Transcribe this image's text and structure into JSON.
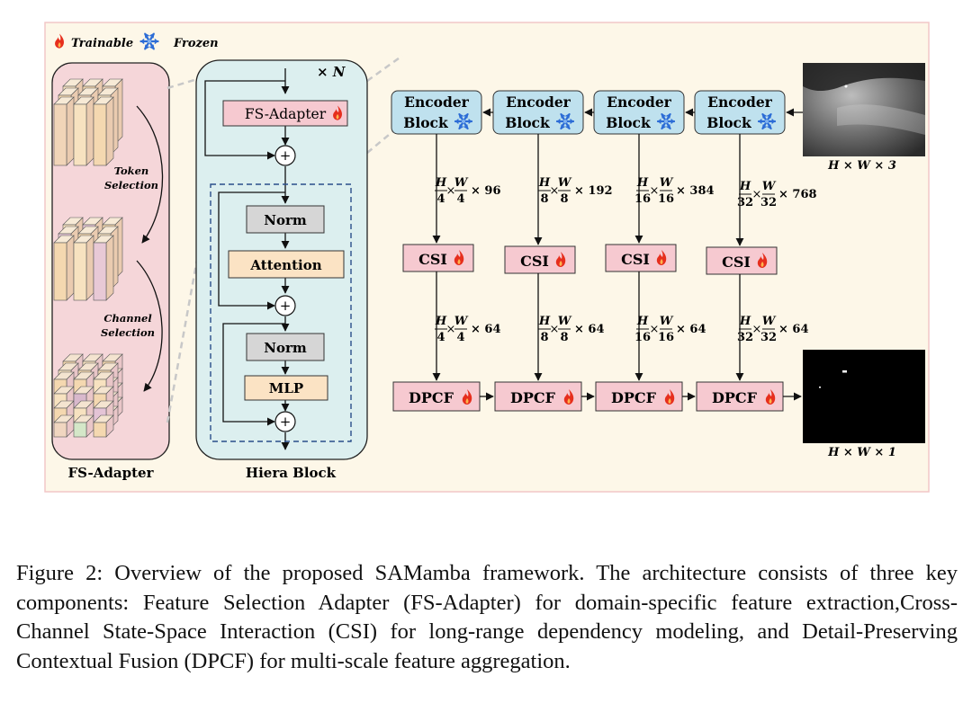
{
  "legend": {
    "trainable": "Trainable",
    "frozen": "Frozen"
  },
  "fs_adapter": {
    "title": "FS-Adapter",
    "token_selection": [
      "Token",
      "Selection"
    ],
    "channel_selection": [
      "Channel",
      "Selection"
    ]
  },
  "hiera_block": {
    "title": "Hiera Block",
    "repeat": "× N",
    "fs_adapter_label": "FS-Adapter",
    "norm1": "Norm",
    "attention": "Attention",
    "norm2": "Norm",
    "mlp": "MLP",
    "plus": "+"
  },
  "encoder_blocks": [
    {
      "line1": "Encoder",
      "line2": "Block"
    },
    {
      "line1": "Encoder",
      "line2": "Block"
    },
    {
      "line1": "Encoder",
      "line2": "Block"
    },
    {
      "line1": "Encoder",
      "line2": "Block"
    }
  ],
  "encoder_dims": [
    {
      "hnum": "H",
      "hden": "4",
      "wnum": "W",
      "wden": "4",
      "ch": "× 96"
    },
    {
      "hnum": "H",
      "hden": "8",
      "wnum": "W",
      "wden": "8",
      "ch": "× 192"
    },
    {
      "hnum": "H",
      "hden": "16",
      "wnum": "W",
      "wden": "16",
      "ch": "× 384"
    },
    {
      "hnum": "H",
      "hden": "32",
      "wnum": "W",
      "wden": "32",
      "ch": "× 768"
    }
  ],
  "csi_label": "CSI",
  "csi_dims": [
    {
      "hnum": "H",
      "hden": "4",
      "wnum": "W",
      "wden": "4",
      "ch": "× 64"
    },
    {
      "hnum": "H",
      "hden": "8",
      "wnum": "W",
      "wden": "8",
      "ch": "× 64"
    },
    {
      "hnum": "H",
      "hden": "16",
      "wnum": "W",
      "wden": "16",
      "ch": "× 64"
    },
    {
      "hnum": "H",
      "hden": "32",
      "wnum": "W",
      "wden": "32",
      "ch": "× 64"
    }
  ],
  "dpcf_label": "DPCF",
  "times": "×",
  "input_label": "H × W × 3",
  "output_label": "H × W × 1",
  "caption": "Figure 2: Overview of the proposed SAMamba framework. The architecture consists of three key components: Feature Selection Adapter (FS-Adapter) for domain-specific feature extraction,Cross-Channel State-Space Interaction (CSI) for long-range dependency modeling, and Detail-Preserving Contextual Fusion (DPCF) for multi-scale feature aggregation.",
  "colors": {
    "panel_bg": "#fdf7e8",
    "panel_border": "#f2c7c7",
    "fs_panel_bg": "#f5d6d9",
    "hiera_bg": "#dcefef",
    "encoder_fill": "#bfe1ee",
    "pink_box": "#f6c9d0",
    "attention_fill": "#fbe3c4",
    "norm_fill": "#d6d6d6"
  }
}
